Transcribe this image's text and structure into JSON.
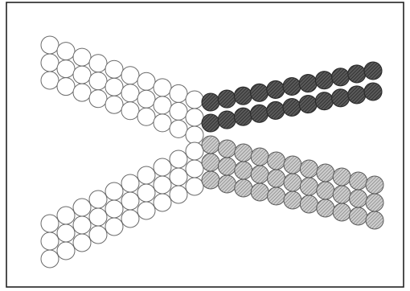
{
  "figure": {
    "colors": {
      "frame": "#222222",
      "open_fill": "#ffffff",
      "open_stroke": "#6a6a6a",
      "light_fill": "#c4c4c4",
      "light_stroke": "#5a5a5a",
      "dark_fill": "#5a5a5a",
      "dark_stroke": "#2a2a2a"
    },
    "hatch": true,
    "groups": [
      {
        "name": "left-upper-open-spheres",
        "shade": "open"
      },
      {
        "name": "left-lower-open-spheres",
        "shade": "open"
      },
      {
        "name": "right-upper-dark-spheres",
        "shade": "dark"
      },
      {
        "name": "right-lower-light-spheres",
        "shade": "light"
      }
    ]
  }
}
